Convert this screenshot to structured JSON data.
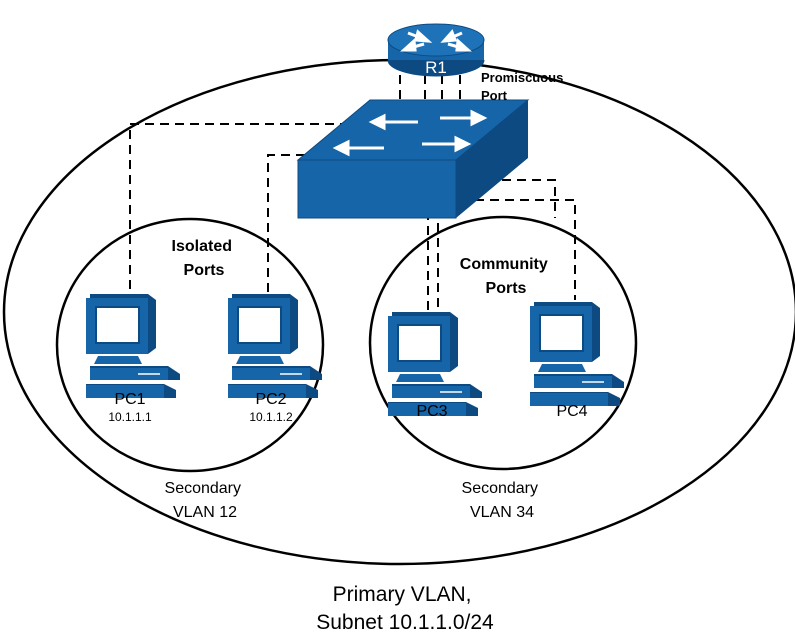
{
  "router": {
    "label": "R1"
  },
  "promiscuous": {
    "line1": "Promiscuous",
    "line2": "Port"
  },
  "isolated": {
    "line1": "Isolated",
    "line2": "Ports"
  },
  "community": {
    "line1": "Community",
    "line2": "Ports"
  },
  "pcs": [
    {
      "name": "PC1",
      "ip": "10.1.1.1"
    },
    {
      "name": "PC2",
      "ip": "10.1.1.2"
    },
    {
      "name": "PC3",
      "ip": ""
    },
    {
      "name": "PC4",
      "ip": ""
    }
  ],
  "vlan12": {
    "line1": "Secondary",
    "line2": "VLAN 12"
  },
  "vlan34": {
    "line1": "Secondary",
    "line2": "VLAN 34"
  },
  "primary": {
    "line1": "Primary VLAN,",
    "line2": "Subnet 10.1.1.0/24"
  },
  "colors": {
    "device_blue": "#1565a8",
    "device_dark": "#0d4a82",
    "line": "#000000"
  }
}
